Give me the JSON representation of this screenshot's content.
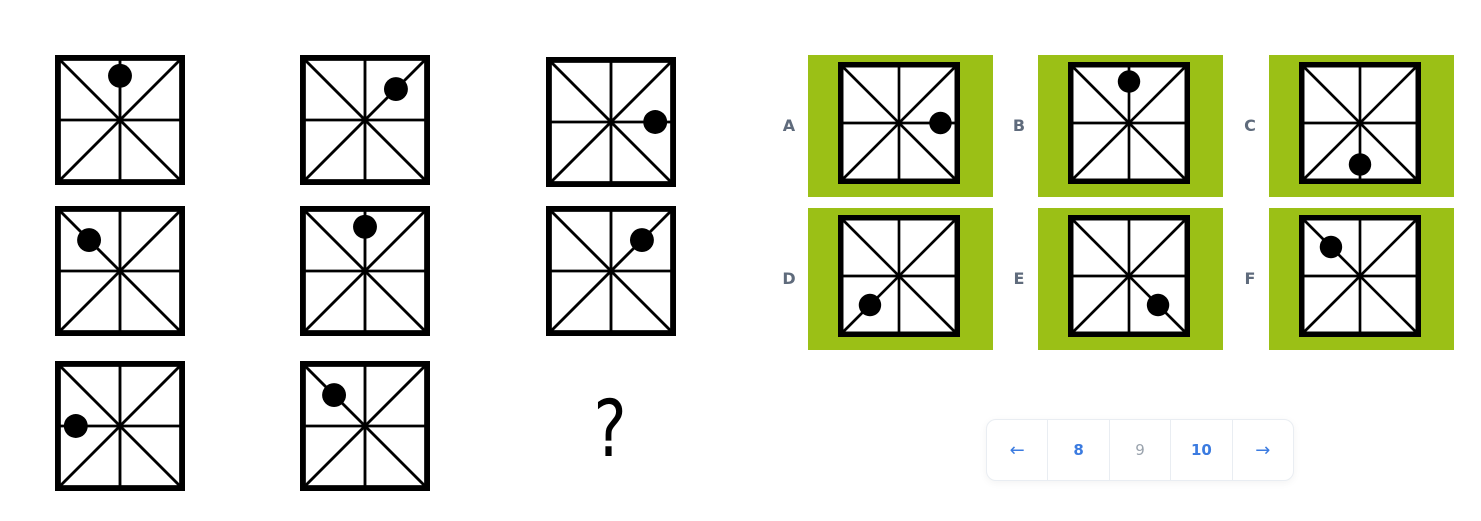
{
  "puzzle": {
    "cells": [
      {
        "dot_position": "top"
      },
      {
        "dot_position": "top-right"
      },
      {
        "dot_position": "right"
      },
      {
        "dot_position": "top-left"
      },
      {
        "dot_position": "top"
      },
      {
        "dot_position": "top-right"
      },
      {
        "dot_position": "left"
      },
      {
        "dot_position": "top-left"
      },
      {
        "missing": true
      }
    ],
    "question_mark": "?"
  },
  "options": [
    {
      "letter": "A",
      "dot_position": "right"
    },
    {
      "letter": "B",
      "dot_position": "top"
    },
    {
      "letter": "C",
      "dot_position": "bottom"
    },
    {
      "letter": "D",
      "dot_position": "bottom-left"
    },
    {
      "letter": "E",
      "dot_position": "bottom-right"
    },
    {
      "letter": "F",
      "dot_position": "top-left"
    }
  ],
  "colors": {
    "option_background": "#9bc016",
    "frame": "#000000",
    "pager_text": "#3b7be0",
    "pager_current": "#9aa3ad",
    "option_letter": "#5f6b7c"
  },
  "pagination": {
    "prev_icon": "arrow-left-icon",
    "pages": [
      "8",
      "9",
      "10"
    ],
    "current_page": "9",
    "next_icon": "arrow-right-icon"
  }
}
